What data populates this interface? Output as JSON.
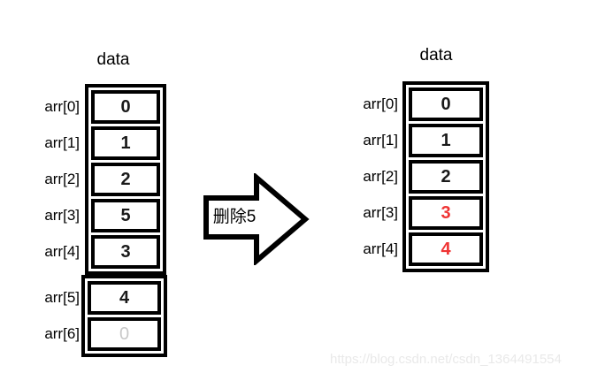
{
  "left_array": {
    "title": "data",
    "rows": [
      {
        "label": "arr[0]",
        "value": "0"
      },
      {
        "label": "arr[1]",
        "value": "1"
      },
      {
        "label": "arr[2]",
        "value": "2"
      },
      {
        "label": "arr[3]",
        "value": "5"
      },
      {
        "label": "arr[4]",
        "value": "3"
      },
      {
        "label": "arr[5]",
        "value": "4"
      },
      {
        "label": "arr[6]",
        "value": "0",
        "style": "muted"
      }
    ]
  },
  "arrow": {
    "label": "删除5"
  },
  "right_array": {
    "title": "data",
    "rows": [
      {
        "label": "arr[0]",
        "value": "0"
      },
      {
        "label": "arr[1]",
        "value": "1"
      },
      {
        "label": "arr[2]",
        "value": "2"
      },
      {
        "label": "arr[3]",
        "value": "3",
        "style": "highlight"
      },
      {
        "label": "arr[4]",
        "value": "4",
        "style": "highlight"
      }
    ]
  },
  "watermark": "https://blog.csdn.net/csdn_1364491554",
  "colors": {
    "highlight_red": "#ef3434",
    "muted_gray": "#c8c8c8",
    "watermark_gray": "#e9e9e9",
    "outline_black": "#000000"
  }
}
